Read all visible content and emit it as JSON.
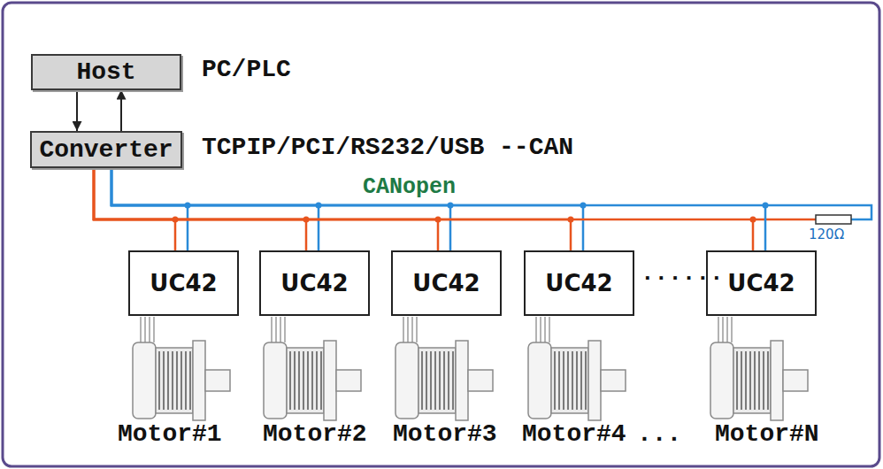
{
  "diagram": {
    "nodes": [
      {
        "text": [
          "Host"
        ]
      },
      {
        "text": [
          "Converter"
        ]
      },
      {
        "text": [
          "UC42"
        ]
      },
      {
        "text": [
          "UC42"
        ]
      },
      {
        "text": [
          "UC42"
        ]
      },
      {
        "text": [
          "UC42"
        ]
      },
      {
        "text": [
          "UC42"
        ]
      }
    ],
    "edges": [
      {
        "from": 0,
        "to": 1,
        "arrow": "to"
      },
      {
        "from": 1,
        "to": 0,
        "arrow": "to"
      },
      {
        "from": 1,
        "to": 2,
        "arrow": "none"
      },
      {
        "from": 1,
        "to": 2,
        "arrow": "none"
      },
      {
        "from": 1,
        "to": 3,
        "arrow": "none"
      },
      {
        "from": 1,
        "to": 3,
        "arrow": "none"
      },
      {
        "from": 1,
        "to": 4,
        "arrow": "none"
      },
      {
        "from": 1,
        "to": 4,
        "arrow": "none"
      },
      {
        "from": 1,
        "to": 5,
        "arrow": "none"
      },
      {
        "from": 1,
        "to": 5,
        "arrow": "none"
      },
      {
        "from": 1,
        "to": 6,
        "arrow": "none"
      },
      {
        "from": 1,
        "to": 6,
        "arrow": "none"
      }
    ],
    "labels": [
      "PC/PLC",
      "TCPIP/PCI/RS232/USB --CAN",
      "CANopen",
      "120Ω",
      "······",
      "Motor#1",
      "Motor#2",
      "Motor#3",
      "Motor#4",
      "...",
      "Motor#N"
    ]
  }
}
